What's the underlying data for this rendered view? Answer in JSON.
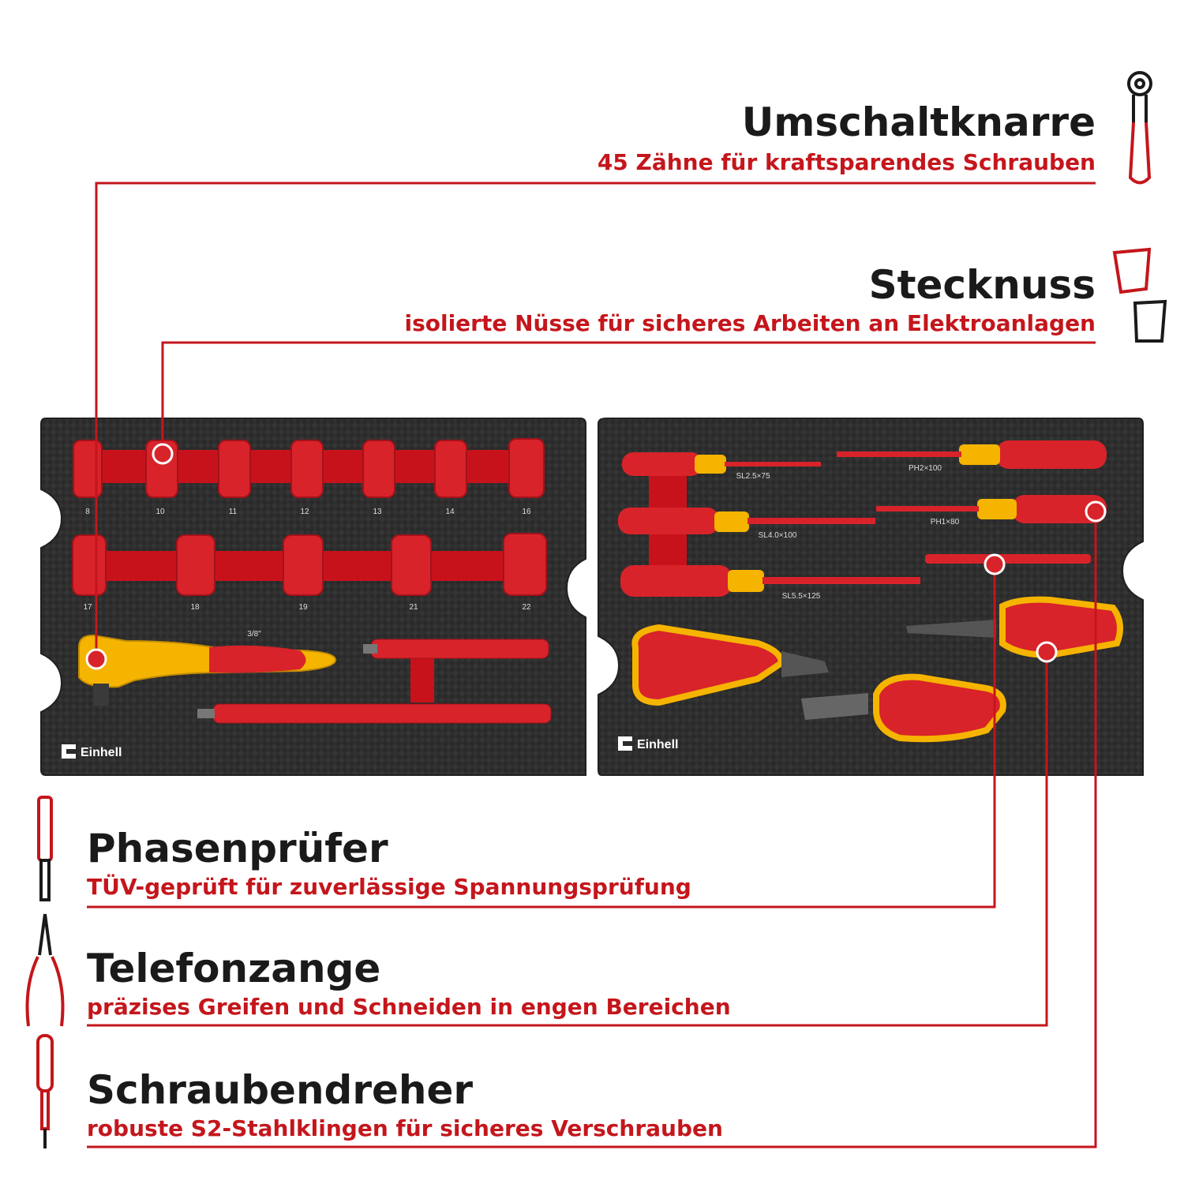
{
  "colors": {
    "accent": "#c4161c",
    "text": "#1a1a1a",
    "foam": "#2b2b2b",
    "tool_red": "#d8232a",
    "tool_yellow": "#f5b400"
  },
  "callouts": {
    "ratchet": {
      "title": "Umschaltknarre",
      "subtitle": "45 Zähne für kraftsparendes Schrauben",
      "icon": "ratchet-icon"
    },
    "socket": {
      "title": "Stecknuss",
      "subtitle": "isolierte Nüsse für sicheres Arbeiten an Elektroanlagen",
      "icon": "socket-icon"
    },
    "tester": {
      "title": "Phasenprüfer",
      "subtitle": "TÜV-geprüft für zuverlässige Spannungsprüfung",
      "icon": "voltage-tester-icon"
    },
    "pliers": {
      "title": "Telefonzange",
      "subtitle": "präzises Greifen und Schneiden in engen Bereichen",
      "icon": "pliers-icon"
    },
    "screwdriver": {
      "title": "Schraubendreher",
      "subtitle": "robuste S2-Stahlklingen für sicheres Verschrauben",
      "icon": "screwdriver-icon"
    }
  },
  "left_tray": {
    "brand": "Einhell",
    "socket_sizes_row1": [
      "8",
      "10",
      "11",
      "12",
      "13",
      "14",
      "16"
    ],
    "socket_sizes_row2": [
      "17",
      "18",
      "19",
      "21",
      "22"
    ],
    "drive_label": "3/8\""
  },
  "right_tray": {
    "brand": "Einhell",
    "screwdriver_labels": [
      "SL2.5×75",
      "PH2×100",
      "SL4.0×100",
      "PH1×80",
      "SL5.5×125"
    ]
  }
}
